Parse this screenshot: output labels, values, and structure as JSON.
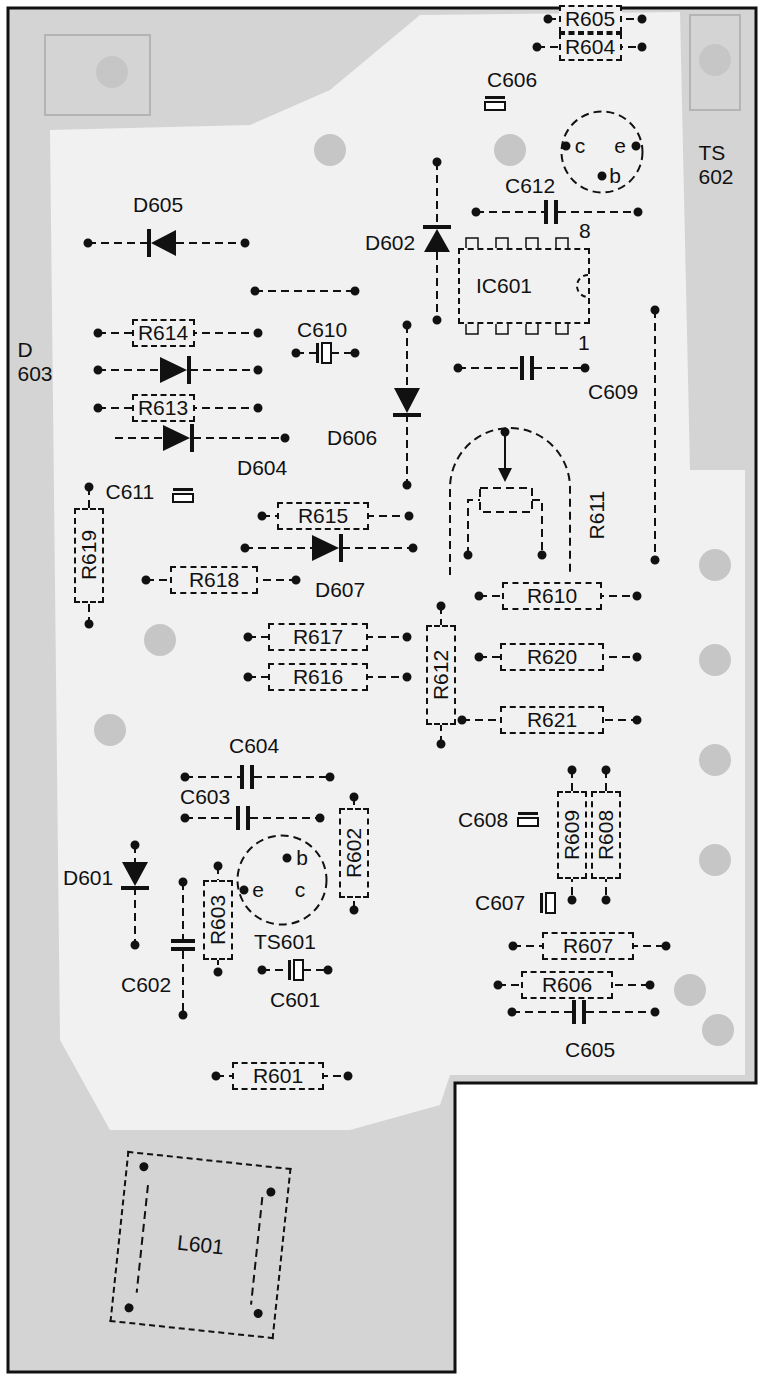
{
  "diagram": {
    "nodes": [
      {
        "text": [
          "R605"
        ]
      },
      {
        "text": [
          "R604"
        ]
      },
      {
        "text": [
          "c",
          "e",
          "b"
        ]
      },
      {
        "text": [
          "IC601"
        ]
      },
      {
        "text": [
          "R614"
        ]
      },
      {
        "text": [
          "R613"
        ]
      },
      {
        "text": [
          "R615"
        ]
      },
      {
        "text": [
          "R619"
        ]
      },
      {
        "text": [
          "R618"
        ]
      },
      {
        "text": [
          "R610"
        ]
      },
      {
        "text": [
          "R617"
        ]
      },
      {
        "text": [
          "R612"
        ]
      },
      {
        "text": [
          "R620"
        ]
      },
      {
        "text": [
          "R616"
        ]
      },
      {
        "text": [
          "R621"
        ]
      },
      {
        "text": [
          "R609"
        ]
      },
      {
        "text": [
          "R608"
        ]
      },
      {
        "text": [
          "R602"
        ]
      },
      {
        "text": [
          "b",
          "e",
          "c"
        ]
      },
      {
        "text": [
          "R603"
        ]
      },
      {
        "text": [
          "R607"
        ]
      },
      {
        "text": [
          "R606"
        ]
      },
      {
        "text": [
          "R601"
        ]
      },
      {
        "text": [
          "L601"
        ]
      }
    ],
    "labels": [
      "C606",
      "TS 602",
      "C612",
      "D605",
      "8",
      "D602",
      "D 603",
      "C610",
      "1",
      "C609",
      "D606",
      "D604",
      "C611",
      "R611",
      "D607",
      "C604",
      "C603",
      "C608",
      "D601",
      "C607",
      "TS601",
      "C602",
      "C601",
      "C605"
    ]
  }
}
